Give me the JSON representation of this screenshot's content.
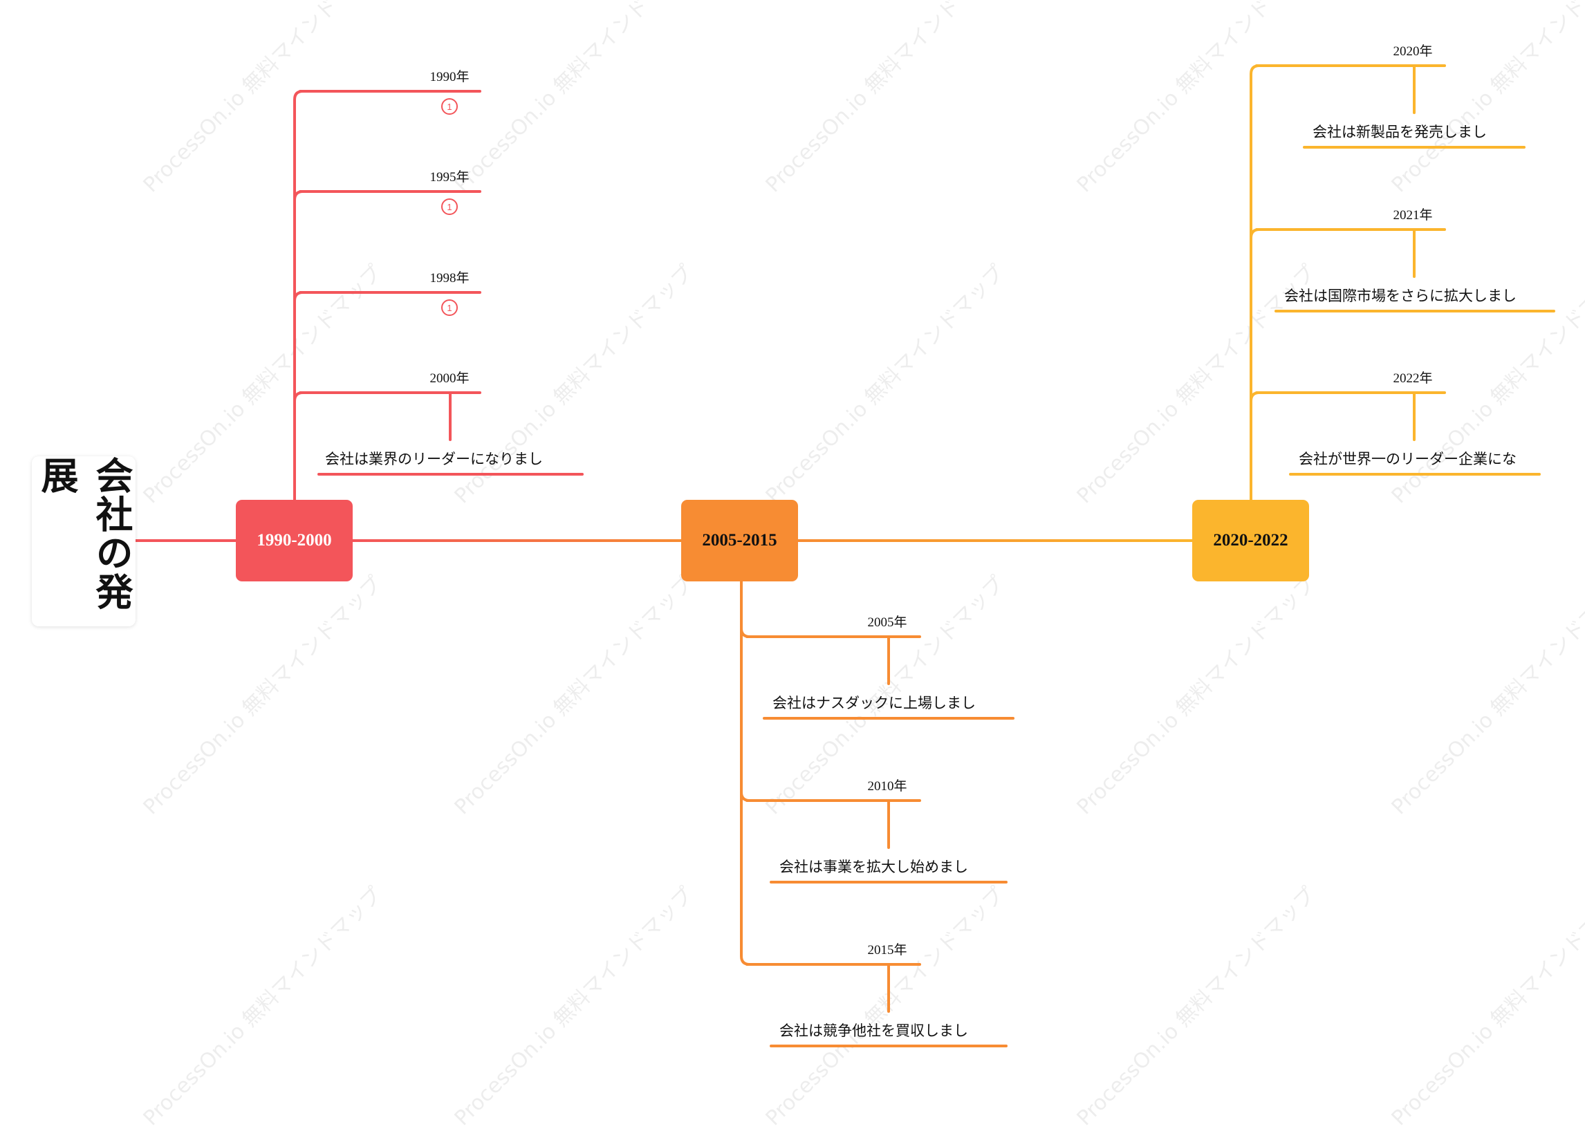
{
  "root": {
    "title": "会社の発展"
  },
  "watermark": "ProcessOn.io 無料マインドマップ",
  "colors": {
    "red": "#f3555a",
    "orange": "#f78c33",
    "yellow": "#fbb52d"
  },
  "periods": [
    {
      "label": "1990-2000",
      "color": "#f3555a",
      "years": [
        {
          "year": "1990年",
          "badge": "1"
        },
        {
          "year": "1995年",
          "badge": "1"
        },
        {
          "year": "1998年",
          "badge": "1"
        },
        {
          "year": "2000年",
          "event": "会社は業界のリーダーになりまし"
        }
      ]
    },
    {
      "label": "2005-2015",
      "color": "#f78c33",
      "years": [
        {
          "year": "2005年",
          "event": "会社はナスダックに上場しまし"
        },
        {
          "year": "2010年",
          "event": "会社は事業を拡大し始めまし"
        },
        {
          "year": "2015年",
          "event": "会社は競争他社を買収しまし"
        }
      ]
    },
    {
      "label": "2020-2022",
      "color": "#fbb52d",
      "years": [
        {
          "year": "2020年",
          "event": "会社は新製品を発売しまし"
        },
        {
          "year": "2021年",
          "event": "会社は国際市場をさらに拡大しまし"
        },
        {
          "year": "2022年",
          "event": "会社が世界一のリーダー企業にな"
        }
      ]
    }
  ]
}
